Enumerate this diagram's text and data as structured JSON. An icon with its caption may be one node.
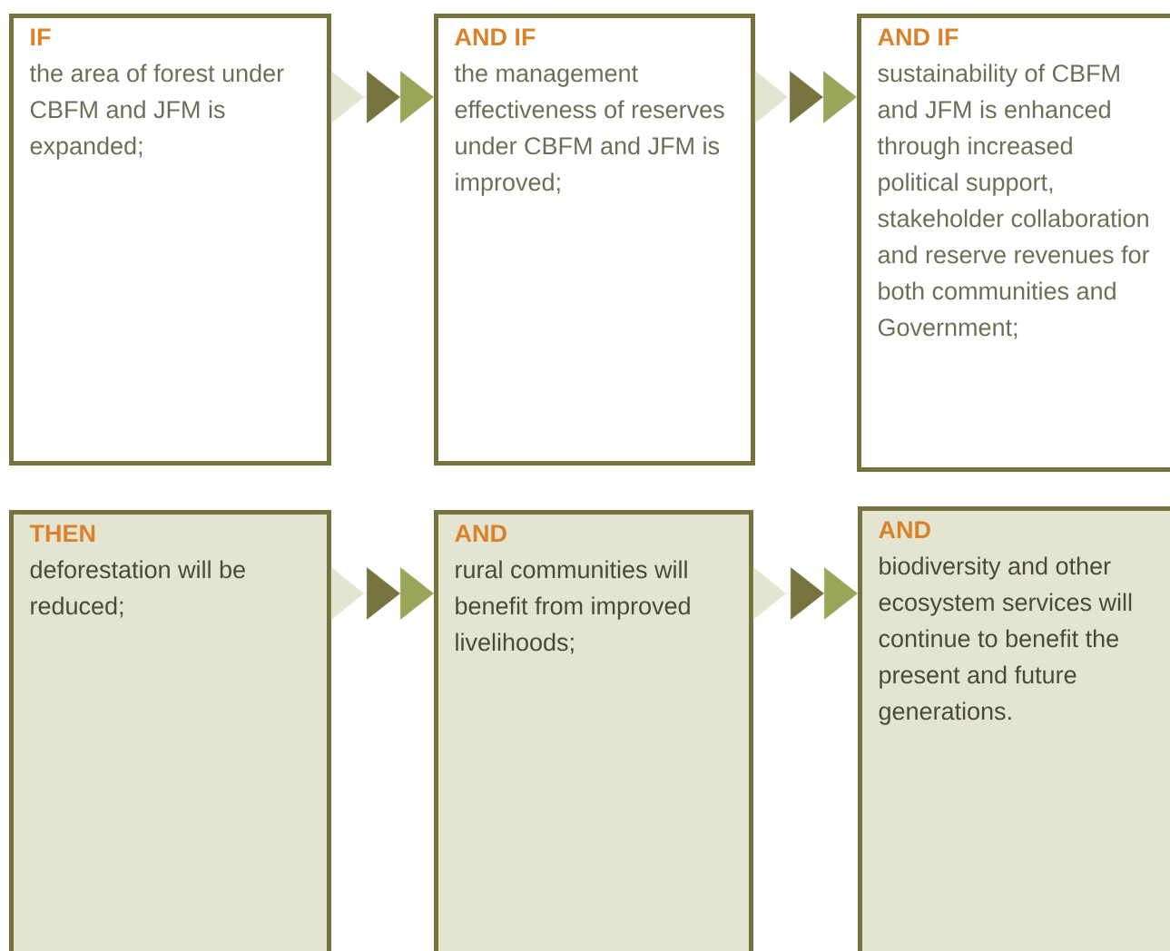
{
  "diagram": {
    "nodes": [
      {
        "text": [
          "IF",
          "the area of forest under CBFM and JFM is expanded;"
        ]
      },
      {
        "text": [
          "AND IF",
          "the management effectiveness of reserves under CBFM and JFM is improved;"
        ]
      },
      {
        "text": [
          "AND IF",
          "sustainability of CBFM and JFM is enhanced through increased political support, stakeholder collaboration and reserve revenues for both communities and Government;"
        ]
      },
      {
        "text": [
          "THEN",
          "deforestation will be reduced;"
        ]
      },
      {
        "text": [
          "AND",
          "rural communities will benefit from improved livelihoods;"
        ]
      },
      {
        "text": [
          "AND",
          "biodiversity and other ecosystem services will continue to benefit the present and future generations."
        ]
      }
    ],
    "edges": [
      {
        "from": 0,
        "to": 1,
        "arrow": "to"
      },
      {
        "from": 1,
        "to": 2,
        "arrow": "to"
      },
      {
        "from": 3,
        "to": 4,
        "arrow": "to"
      },
      {
        "from": 4,
        "to": 5,
        "arrow": "to"
      }
    ]
  }
}
